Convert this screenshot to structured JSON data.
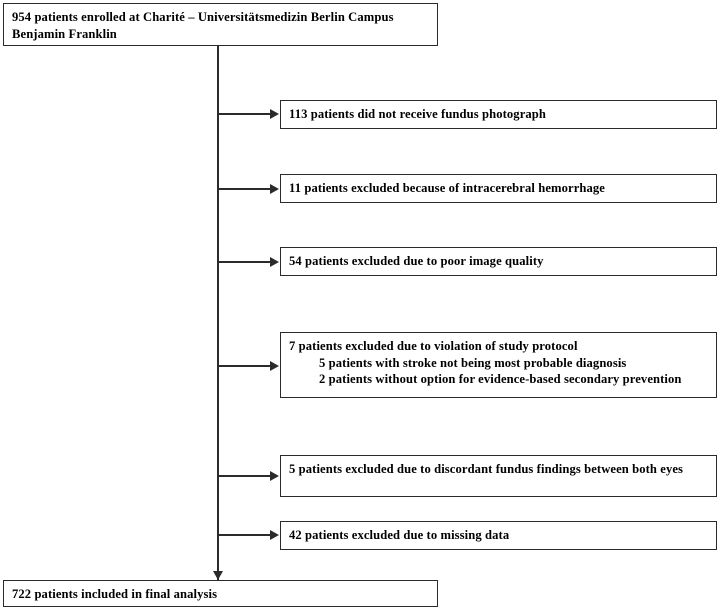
{
  "diagram": {
    "type": "study-flow-diagram",
    "line_color": "#2b2b2b",
    "background": "#ffffff",
    "enrollment": {
      "label": "954 patients enrolled at Charité – Universitätsmedizin Berlin Campus Benjamin Franklin",
      "count": 954
    },
    "exclusions": [
      {
        "id": "no-fundus-photograph",
        "count": 113,
        "label": "113 patients did not receive fundus photograph",
        "sublines": []
      },
      {
        "id": "intracerebral-hemorrhage",
        "count": 11,
        "label": "11 patients excluded because of intracerebral hemorrhage",
        "sublines": []
      },
      {
        "id": "poor-image-quality",
        "count": 54,
        "label": "54 patients excluded due to poor image quality",
        "sublines": []
      },
      {
        "id": "study-protocol-violation",
        "count": 7,
        "label": "7 patients excluded due to violation of study protocol",
        "sublines": [
          "5 patients with stroke not being most probable diagnosis",
          "2 patients without option for evidence-based secondary prevention"
        ]
      },
      {
        "id": "discordant-fundus-findings",
        "count": 5,
        "label": "5 patients excluded due to discordant fundus findings between both eyes",
        "sublines": []
      },
      {
        "id": "missing-data",
        "count": 42,
        "label": "42 patients excluded due to missing data",
        "sublines": []
      }
    ],
    "final": {
      "label": "722 patients included in final analysis",
      "count": 722
    }
  }
}
